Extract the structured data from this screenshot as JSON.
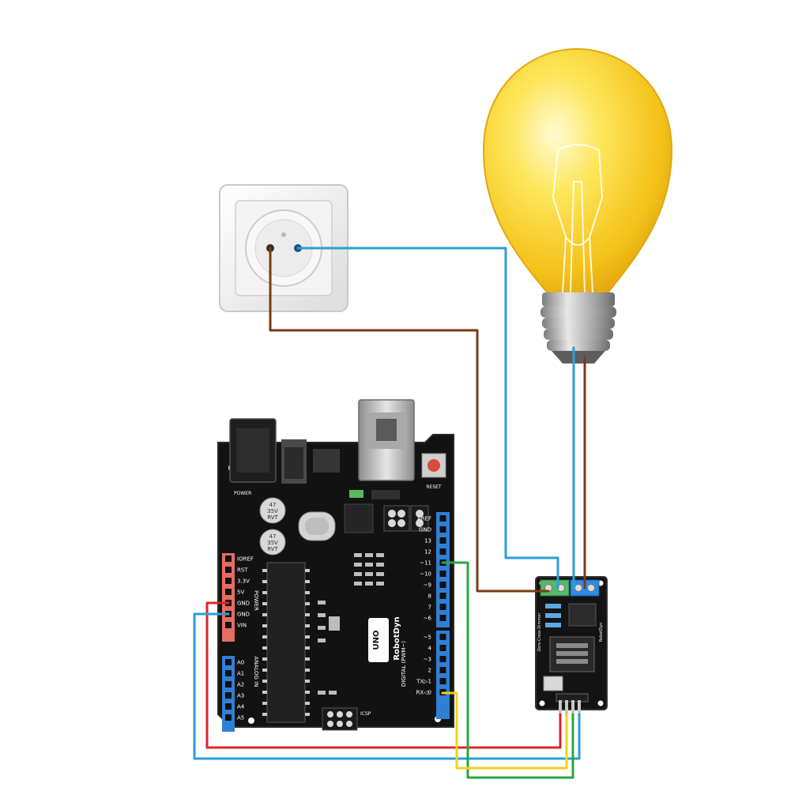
{
  "colors": {
    "wire_brown": "#7a3b16",
    "wire_blue": "#2b9ed8",
    "wire_red": "#d9262a",
    "wire_green": "#2aa544",
    "wire_yellow": "#f1d21a",
    "board": "#121212",
    "header_red": "#e56c63",
    "header_blue": "#2f7fd4",
    "bulb_glass": "#f9d72a",
    "screw_base": "#b3b3b3"
  },
  "arduino": {
    "power_label": "POWER",
    "power_pins": [
      "IOREF",
      "RST",
      "3.3V",
      "5V",
      "GND",
      "GND",
      "VIN"
    ],
    "analog_label": "ANALOG IN",
    "analog_pins": [
      "A0",
      "A1",
      "A2",
      "A3",
      "A4",
      "A5"
    ],
    "digital_label": "DIGITAL (PWM~)",
    "digital_pins": [
      "AREF",
      "GND",
      "13",
      "12",
      "~11",
      "~10",
      "~9",
      "8",
      "7",
      "~6",
      "~5",
      "4",
      "~3",
      "2",
      "TX▷1",
      "RX◁0"
    ],
    "cap_text": [
      "47",
      "35V",
      "RVT"
    ],
    "logo_line1": "UNO",
    "logo_line2": "RobotDyn",
    "reset_label": "RESET",
    "icsp_label": "ICSP"
  },
  "module": {
    "label_left": "Zero-Cross Dimmer",
    "label_right": "RobotDyn"
  }
}
